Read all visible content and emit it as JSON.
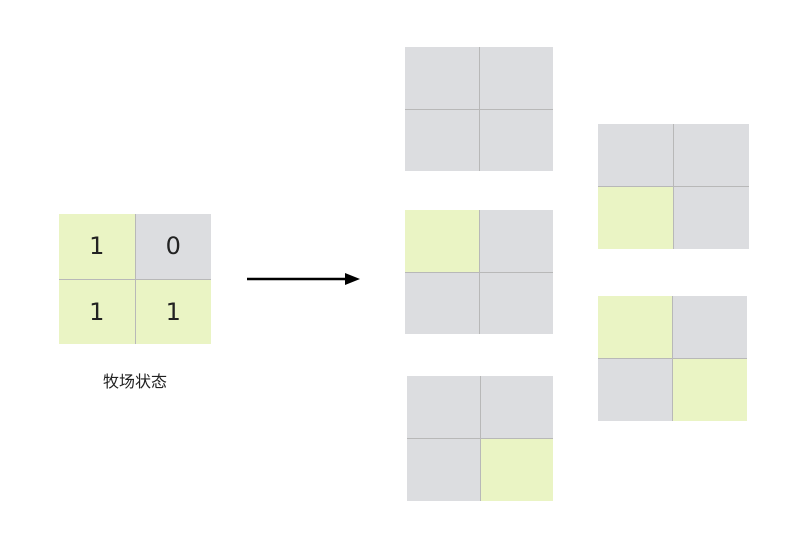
{
  "source": {
    "caption": "牧场状态",
    "cells": [
      {
        "value": "1",
        "state": "on"
      },
      {
        "value": "0",
        "state": "off"
      },
      {
        "value": "1",
        "state": "on"
      },
      {
        "value": "1",
        "state": "on"
      }
    ]
  },
  "states": [
    {
      "cells": [
        "off",
        "off",
        "off",
        "off"
      ]
    },
    {
      "cells": [
        "on",
        "off",
        "off",
        "off"
      ]
    },
    {
      "cells": [
        "off",
        "off",
        "off",
        "on"
      ]
    },
    {
      "cells": [
        "off",
        "off",
        "on",
        "off"
      ]
    },
    {
      "cells": [
        "on",
        "off",
        "off",
        "on"
      ]
    }
  ],
  "colors": {
    "on": "#eaf4c4",
    "off": "#dcdde0",
    "grid_line": "#b8b8b8",
    "arrow": "#000000"
  }
}
